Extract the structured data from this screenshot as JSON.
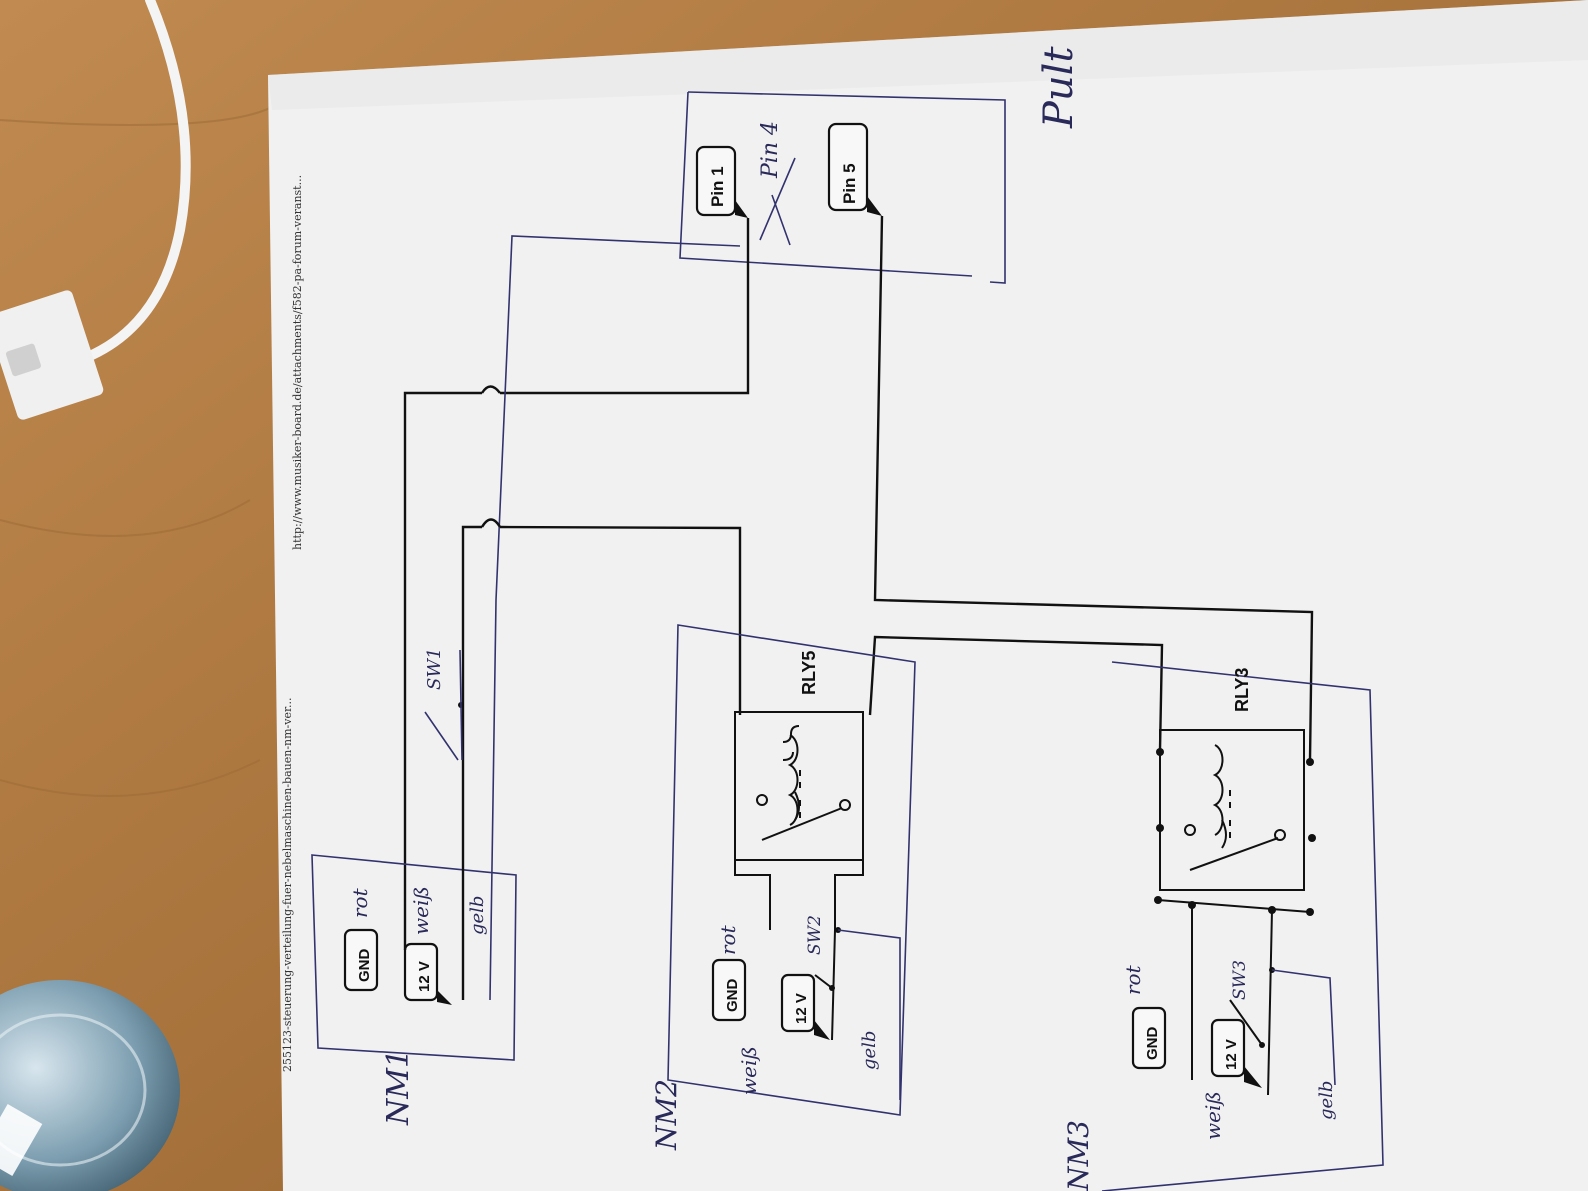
{
  "header": {
    "page_title": "255123-steuerung-verteilung-fuer-nebelmaschinen-bauen-nm-ver...",
    "url": "http://www.musiker-board.de/attachments/f582-pa-forum-veranst..."
  },
  "console": {
    "label": "Pult",
    "pin_a": "Pin 1",
    "pin_b": "Pin 5",
    "pin_hand": "Pin 4"
  },
  "machines": [
    {
      "name": "NM1",
      "gnd": "GND",
      "v12": "12 V",
      "wire_gnd": "rot",
      "wire_12v": "weiß",
      "wire_sig": "gelb",
      "switch": "SW1"
    },
    {
      "name": "NM2",
      "gnd": "GND",
      "v12": "12 V",
      "wire_gnd": "rot",
      "wire_12v": "weiß",
      "wire_sig": "gelb",
      "switch": "SW2",
      "relay": "RLY5"
    },
    {
      "name": "NM3",
      "gnd": "GND",
      "v12": "12 V",
      "wire_gnd": "rot",
      "wire_12v": "weiß",
      "wire_sig": "gelb",
      "switch": "SW3",
      "relay": "RLY3"
    }
  ],
  "colors": {
    "paper": "#f1f1f1",
    "desk": "#b07a42",
    "ink": "#111111",
    "pen": "#32336e"
  }
}
